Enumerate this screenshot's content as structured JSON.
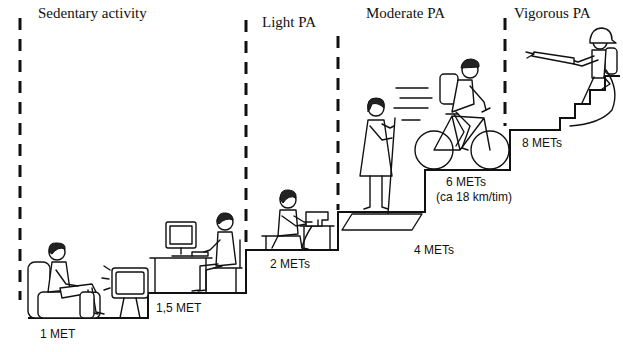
{
  "diagram": {
    "labels": [
      "Sedentary activity",
      "Light PA",
      "Moderate PA",
      "Vigorous PA",
      "1 MET",
      "1,5 MET",
      "2 METs",
      "4 METs",
      "6 METs",
      "(ca 18 km/tim)",
      "8 METs"
    ]
  }
}
